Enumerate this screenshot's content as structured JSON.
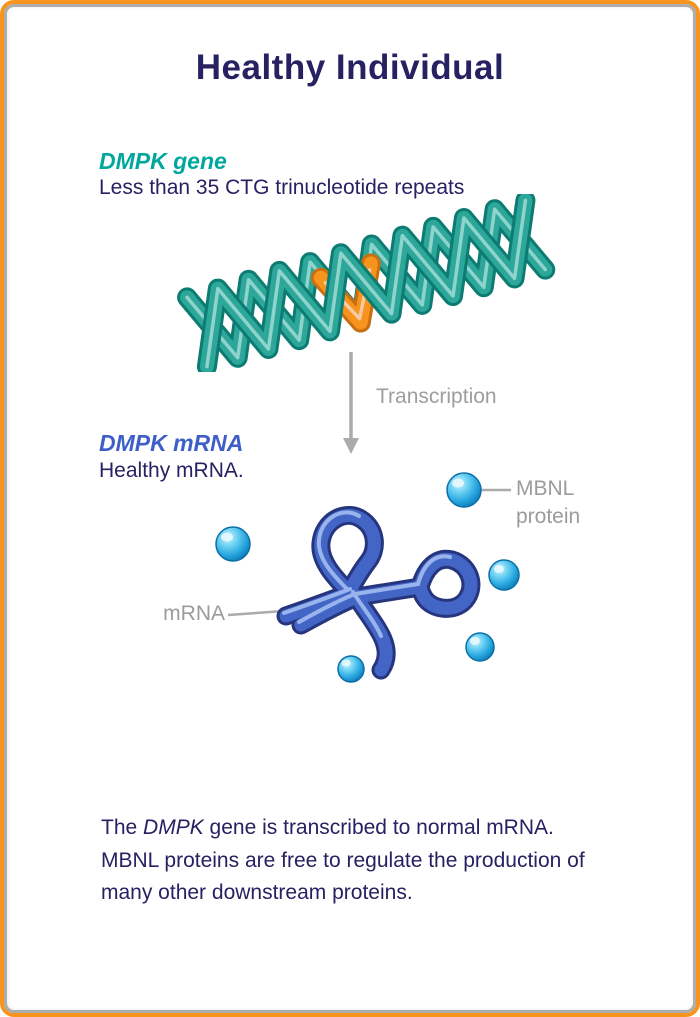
{
  "card": {
    "title": "Healthy Individual",
    "border_color": "#F7941E",
    "inner_shadow_color": "#ADADAD"
  },
  "gene_section": {
    "heading": "DMPK gene",
    "subheading": "Less than 35 CTG trinucleotide repeats",
    "heading_color": "#00A79D",
    "subheading_color": "#262262",
    "helix_color": "#2EA79B",
    "helix_outline_color": "#0C7B72",
    "repeat_segment_color": "#F7941E"
  },
  "transcription": {
    "label": "Transcription",
    "label_color": "#9E9E9E",
    "arrow_color": "#ABABAB"
  },
  "mrna_section": {
    "heading": "DMPK mRNA",
    "subheading": "Healthy mRNA.",
    "heading_color": "#3F5FC8",
    "subheading_color": "#262262",
    "molecule_color": "#4366C6",
    "molecule_outline_color": "#26357E"
  },
  "annotations": {
    "mbnl_label": "MBNL protein",
    "mrna_label": "mRNA",
    "label_color": "#9B9B9B",
    "protein_sphere_color": "#29A8E0",
    "protein_sphere_count": 5
  },
  "footer": {
    "sentence_prefix": "The ",
    "sentence_italic": "DMPK",
    "sentence_line1_rest": " gene is transcribed to normal mRNA.",
    "sentence_rest": "MBNL proteins are free to regulate the production of many other downstream proteins.",
    "text_color": "#262262"
  }
}
